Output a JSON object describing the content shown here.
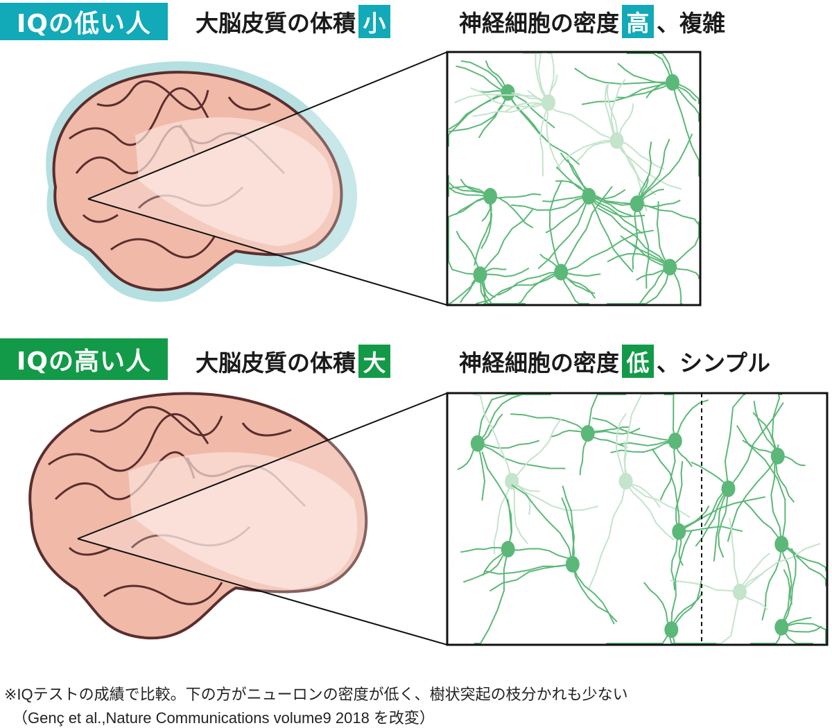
{
  "colors": {
    "low": "#12a9b8",
    "high": "#129a48",
    "neuron": "#5cb878",
    "neuron_light": "#c4e4cc",
    "brain": "#f0b9a8",
    "brain_outline": "#5a2e2e"
  },
  "rows": [
    {
      "label": "IQの低い人",
      "volume_text": "大脳皮質の体積",
      "volume_badge": "小",
      "density_text": "神経細胞の密度",
      "density_badge": "高",
      "density_suffix": "、複雑"
    },
    {
      "label": "IQの高い人",
      "volume_text": "大脳皮質の体積",
      "volume_badge": "大",
      "density_text": "神経細胞の密度",
      "density_badge": "低",
      "density_suffix": "、シンプル"
    }
  ],
  "footnote": {
    "line1": "※IQテストの成績で比較。下の方がニューロンの密度が低く、樹状突起の枝分かれも少ない",
    "line2": "（Genç et al.,Nature Communications volume9 2018 を改変）"
  }
}
